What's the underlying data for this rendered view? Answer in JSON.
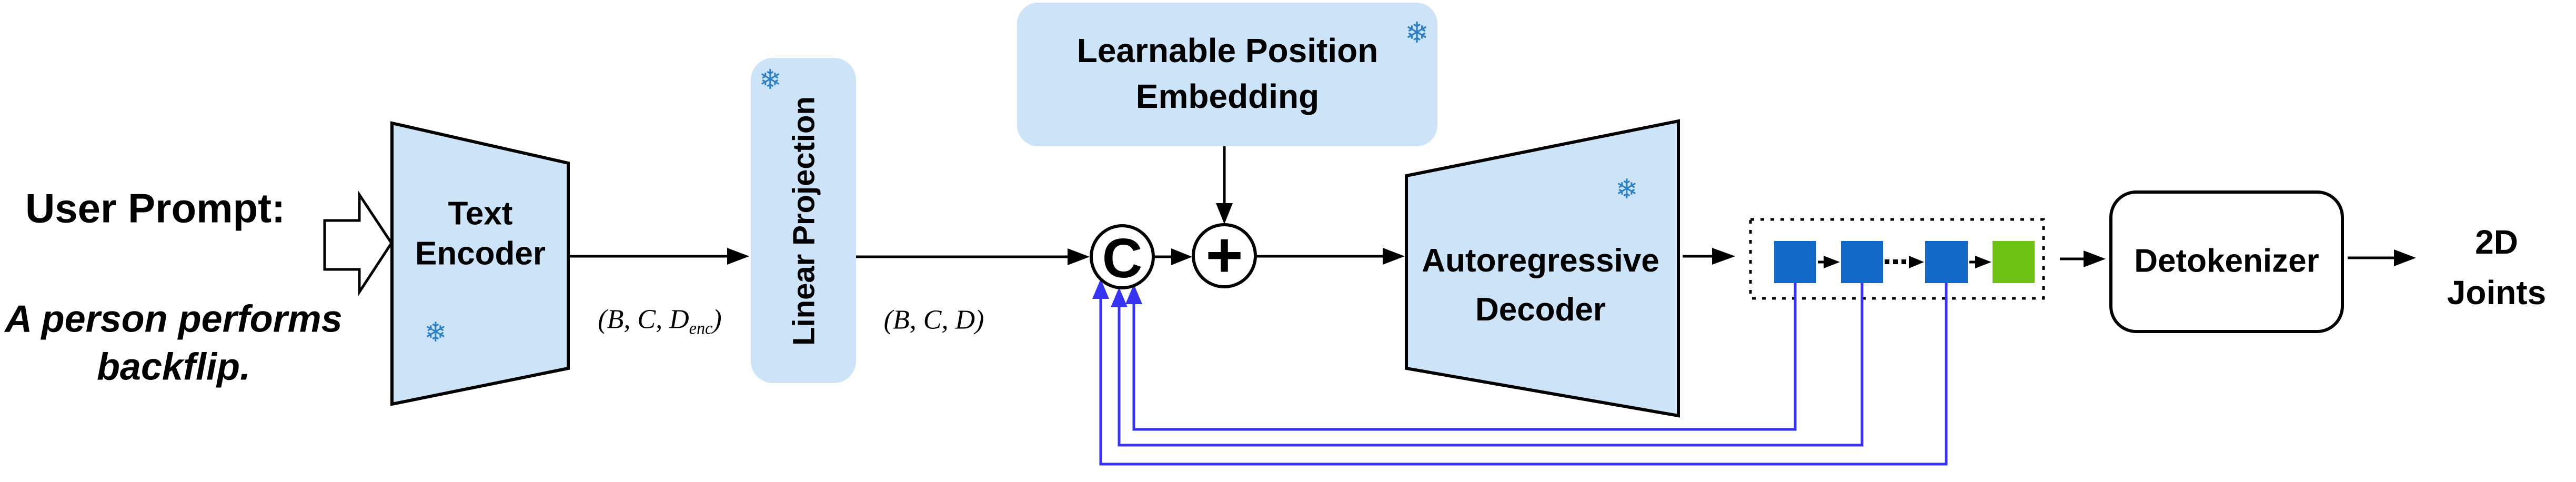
{
  "figure": {
    "description": "Text-to-2D-pose autoregressive model architecture diagram"
  },
  "user_prompt": {
    "title": "User Prompt:",
    "text": "A person performs\nbackflip."
  },
  "blocks": {
    "text_encoder": {
      "label": "Text\nEncoder",
      "frozen": true
    },
    "linear_projection": {
      "label": "Linear Projection",
      "frozen": true
    },
    "position_embedding": {
      "label": "Learnable Position\nEmbedding",
      "frozen": true
    },
    "autoregressive_decoder": {
      "label": "Autoregressive\nDecoder",
      "frozen": true
    },
    "detokenizer": {
      "label": "Detokenizer"
    },
    "output": {
      "label": "2D\nJoints"
    }
  },
  "operators": {
    "concatenate": "C",
    "add": "+"
  },
  "math_labels": {
    "encoder_dims_prefix": "(B, C, D",
    "encoder_dims_sub": "enc",
    "encoder_dims_suffix": ")",
    "projected_dims": "(B, C, D)"
  },
  "icons": {
    "snowflake": "❄"
  },
  "colors": {
    "box_fill": "#cde3f7",
    "outline": "#000000",
    "snowflake": "#2b7fc4",
    "token_blue": "#1268c6",
    "token_green": "#6ec214",
    "feedback_blue": "#3633f2"
  }
}
